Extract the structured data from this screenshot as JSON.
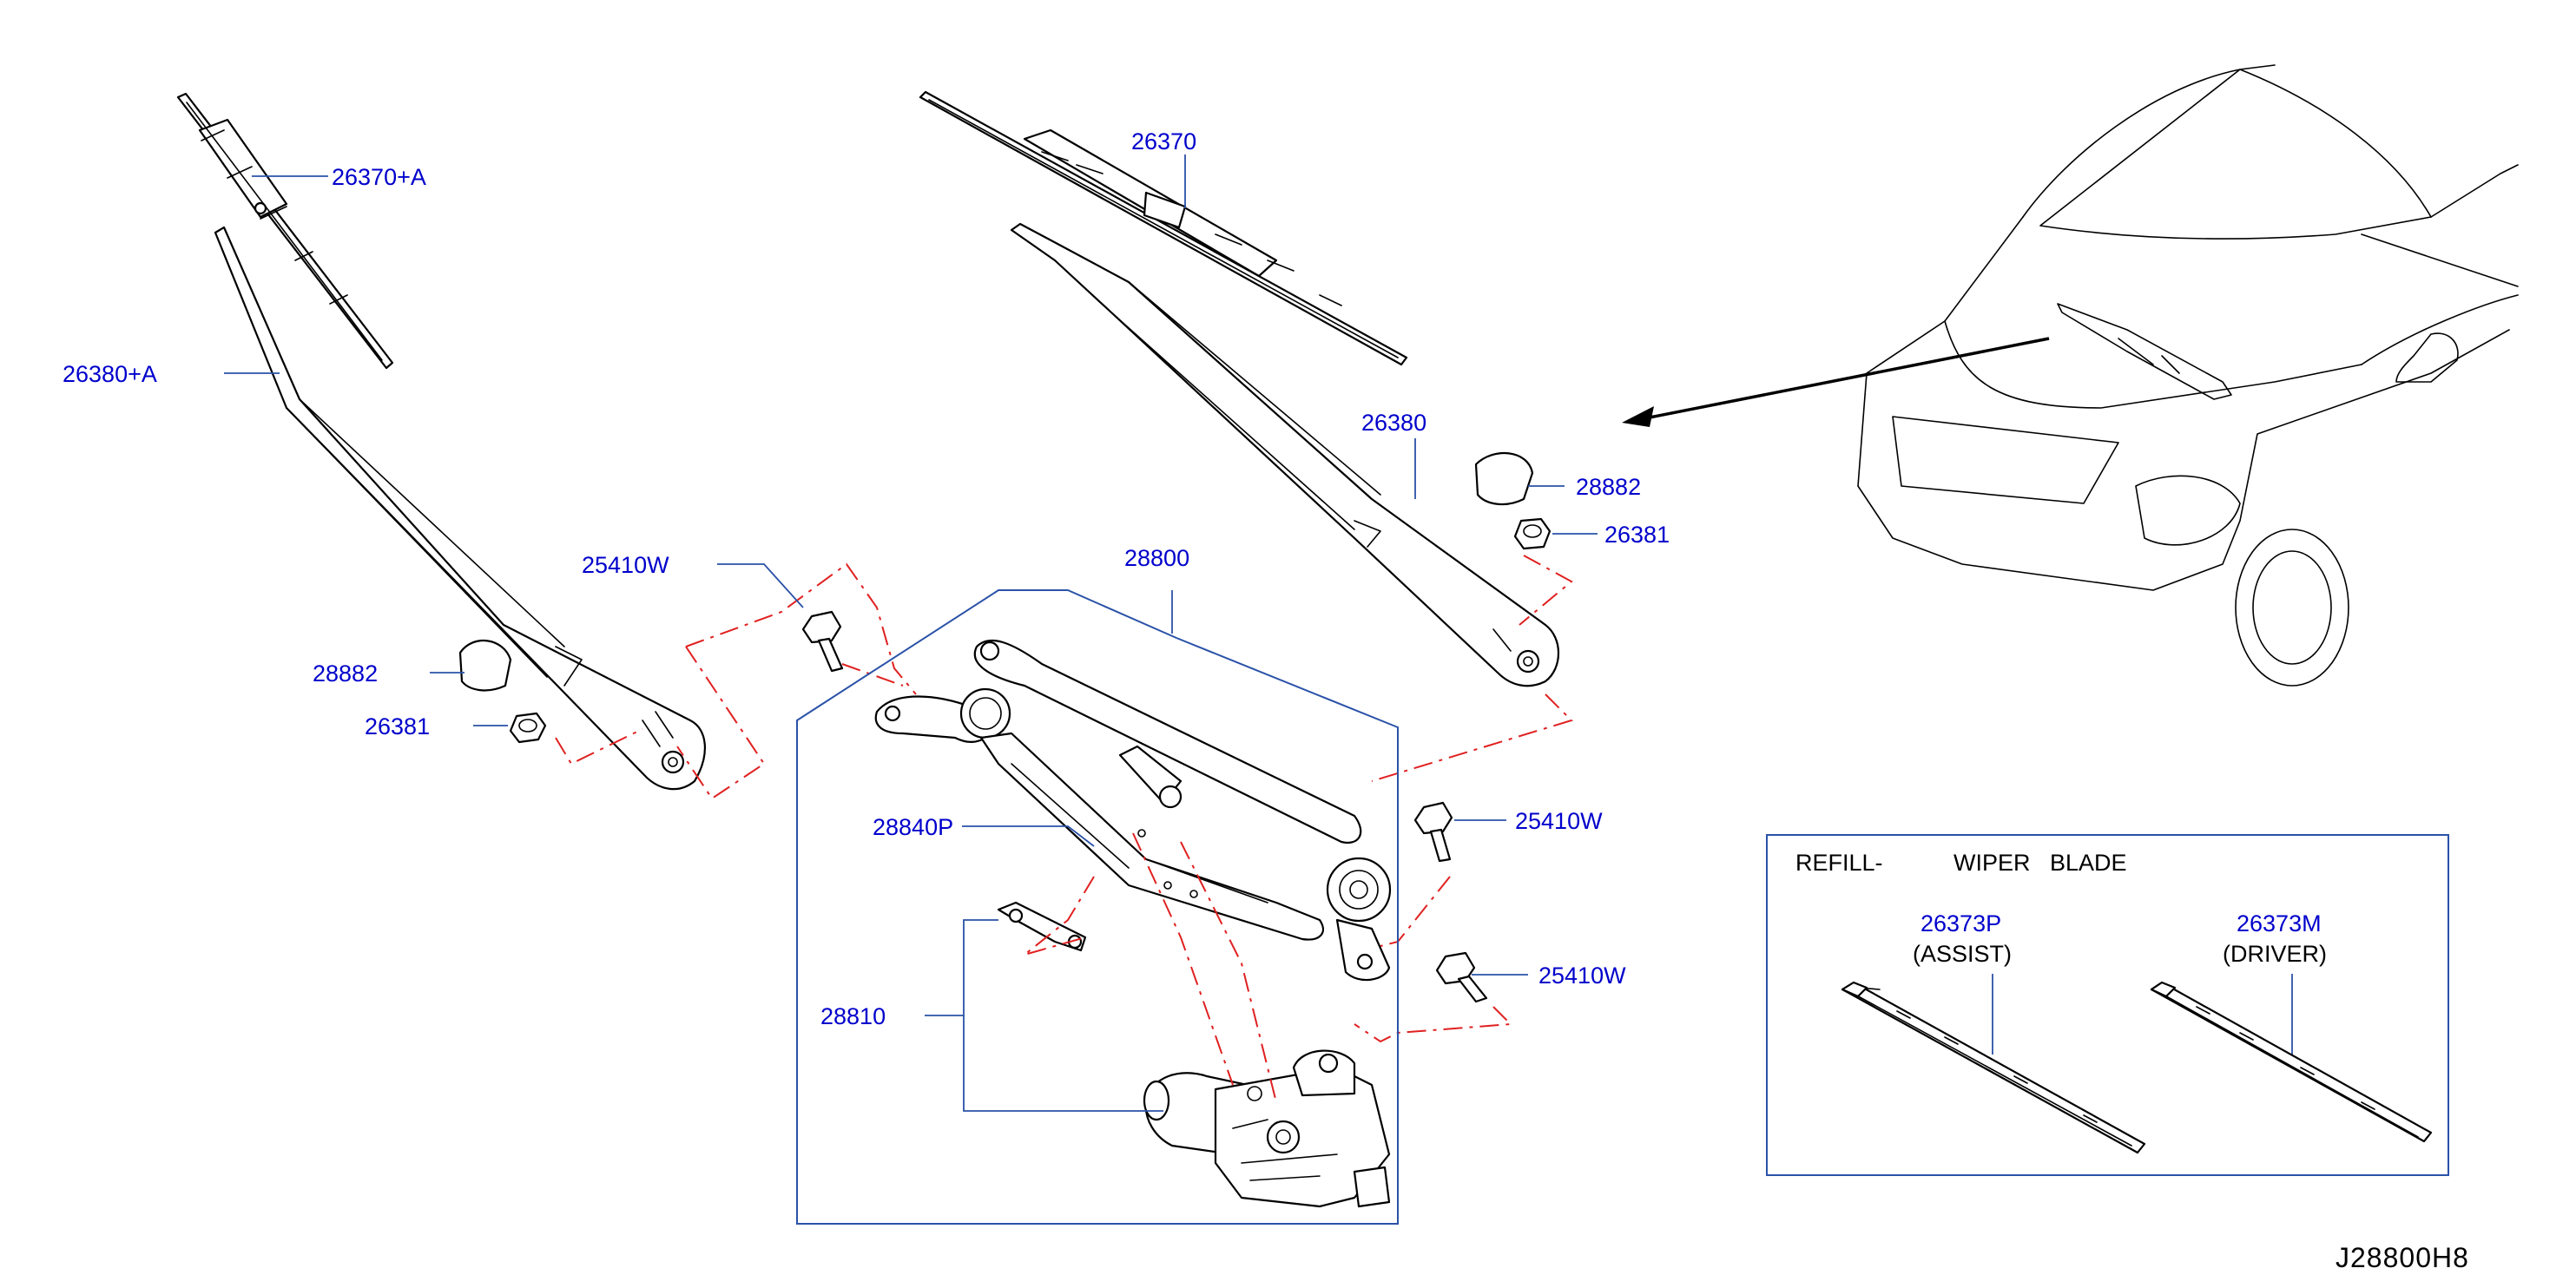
{
  "callouts": {
    "blade_assist": "26370+A",
    "arm_assist": "26380+A",
    "blade_driver": "26370",
    "arm_driver": "26380",
    "cap_right": "28882",
    "nut_right": "26381",
    "bolt_top": "25410W",
    "linkage": "28800",
    "cap_left": "28882",
    "nut_left": "26381",
    "link_rod": "28840P",
    "bolt_mid": "25410W",
    "bolt_low": "25410W",
    "motor": "28810"
  },
  "refill_box": {
    "title_left": "REFILL-",
    "title_right": "WIPER   BLADE",
    "assist_code": "26373P",
    "assist_label": "(ASSIST)",
    "driver_code": "26373M",
    "driver_label": "(DRIVER)"
  },
  "diagram_ref": "J28800H8",
  "colors": {
    "callout_text": "#0000cc",
    "leader_line": "#2a52a8",
    "dash_line": "#e02020",
    "drawing": "#000000"
  }
}
